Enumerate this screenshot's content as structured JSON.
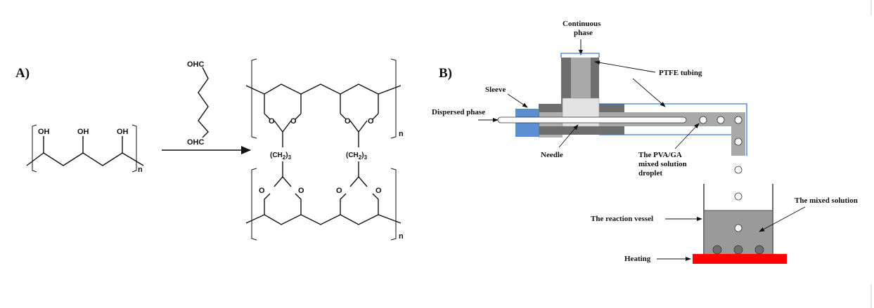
{
  "panel_a": {
    "label": "A)",
    "monomer_oh_1": "OH",
    "monomer_oh_2": "OH",
    "monomer_oh_3": "OH",
    "monomer_n": "n",
    "reagent_top": "OHC",
    "reagent_bottom": "OHC",
    "ring_o": "O",
    "linker_left": "(CH",
    "linker_sub": "2",
    "linker_close": ")",
    "linker_sub_3": "3",
    "product_n": "n"
  },
  "panel_b": {
    "label": "B)",
    "continuous_phase_line1": "Continuous",
    "continuous_phase_line2": "phase",
    "ptfe_tubing": "PTFE tubing",
    "sleeve": "Sleeve",
    "dispersed_phase": "Dispersed phase",
    "needle": "Needle",
    "droplet_line1": "The PVA/GA",
    "droplet_line2": "mixed solution",
    "droplet_line3": "droplet",
    "mixed_solution": "The mixed solution",
    "reaction_vessel": "The reaction vessel",
    "heating": "Heating"
  },
  "colors": {
    "sleeve_blue": "#5b8fd1",
    "tubing_gray": "#a9a9a9",
    "dark_gray": "#6e6e6e",
    "solution_gray": "#9a9a9a",
    "heater_red": "#ff0000",
    "tube_blue": "#3a7bd5"
  }
}
